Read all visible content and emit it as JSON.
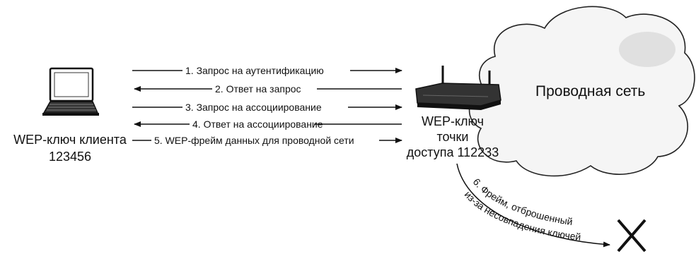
{
  "client": {
    "label": "WEP-ключ клиента",
    "key": "123456"
  },
  "access_point": {
    "label_line1": "WEP-ключ",
    "label_line2": "точки",
    "label_line3": "доступа 112233"
  },
  "network": {
    "label": "Проводная сеть"
  },
  "messages": [
    {
      "text": "1. Запрос на аутентификацию",
      "direction": "to-ap"
    },
    {
      "text": "2. Ответ на запрос",
      "direction": "to-client"
    },
    {
      "text": "3. Запрос на ассоциирование",
      "direction": "to-ap"
    },
    {
      "text": "4. Ответ на ассоциирование",
      "direction": "to-client"
    },
    {
      "text": "5. WEP-фрейм данных для проводной сети",
      "direction": "to-ap"
    }
  ],
  "dropped": {
    "line1": "6. Фрейм, отброшенный",
    "line2": "из-за несовпадения ключей"
  }
}
